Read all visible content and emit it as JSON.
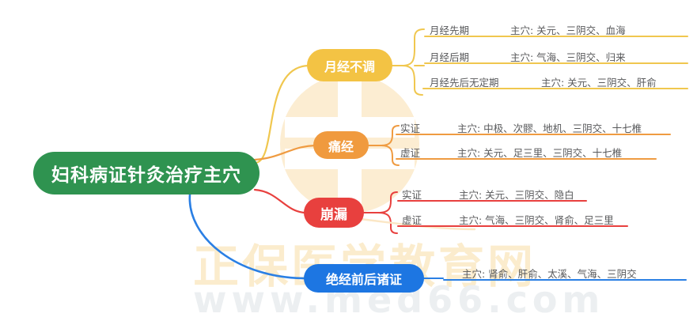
{
  "title": "妇科病证针灸治疗主穴",
  "root": {
    "label": "妇科病证针灸治疗主穴",
    "color": "#2f9350"
  },
  "watermark": {
    "brand": "正保医学教育网",
    "url": "www.med66.com",
    "logo_icon": "medical-cross-circle-icon",
    "brand_color": "#fbeccd",
    "url_color": "#eceff1"
  },
  "branches": [
    {
      "label": "月经不调",
      "color": "#f3c344",
      "rule_color": "#f0c74f",
      "leaves": [
        {
          "label": "月经先期",
          "value": "主穴: 关元、三阴交、血海"
        },
        {
          "label": "月经后期",
          "value": "主穴: 气海、三阴交、归来"
        },
        {
          "label": "月经先后无定期",
          "value": "主穴: 关元、三阴交、肝俞"
        }
      ]
    },
    {
      "label": "痛经",
      "color": "#f09a3e",
      "rule_color": "#ef9b41",
      "leaves": [
        {
          "label": "实证",
          "value": "主穴: 中极、次髎、地机、三阴交、十七椎"
        },
        {
          "label": "虚证",
          "value": "主穴: 关元、足三里、三阴交、十七椎"
        }
      ]
    },
    {
      "label": "崩漏",
      "color": "#e8403e",
      "rule_color": "#e8403e",
      "leaves": [
        {
          "label": "实证",
          "value": "主穴: 关元、三阴交、隐白"
        },
        {
          "label": "虚证",
          "value": "主穴: 气海、三阴交、肾俞、足三里"
        }
      ]
    },
    {
      "label": "绝经前后诸证",
      "color": "#1d76e2",
      "rule_color": "#2a7fe4",
      "leaves": [
        {
          "label": "",
          "value": "主穴: 肾俞、肝俞、太溪、气海、三阴交"
        }
      ]
    }
  ]
}
